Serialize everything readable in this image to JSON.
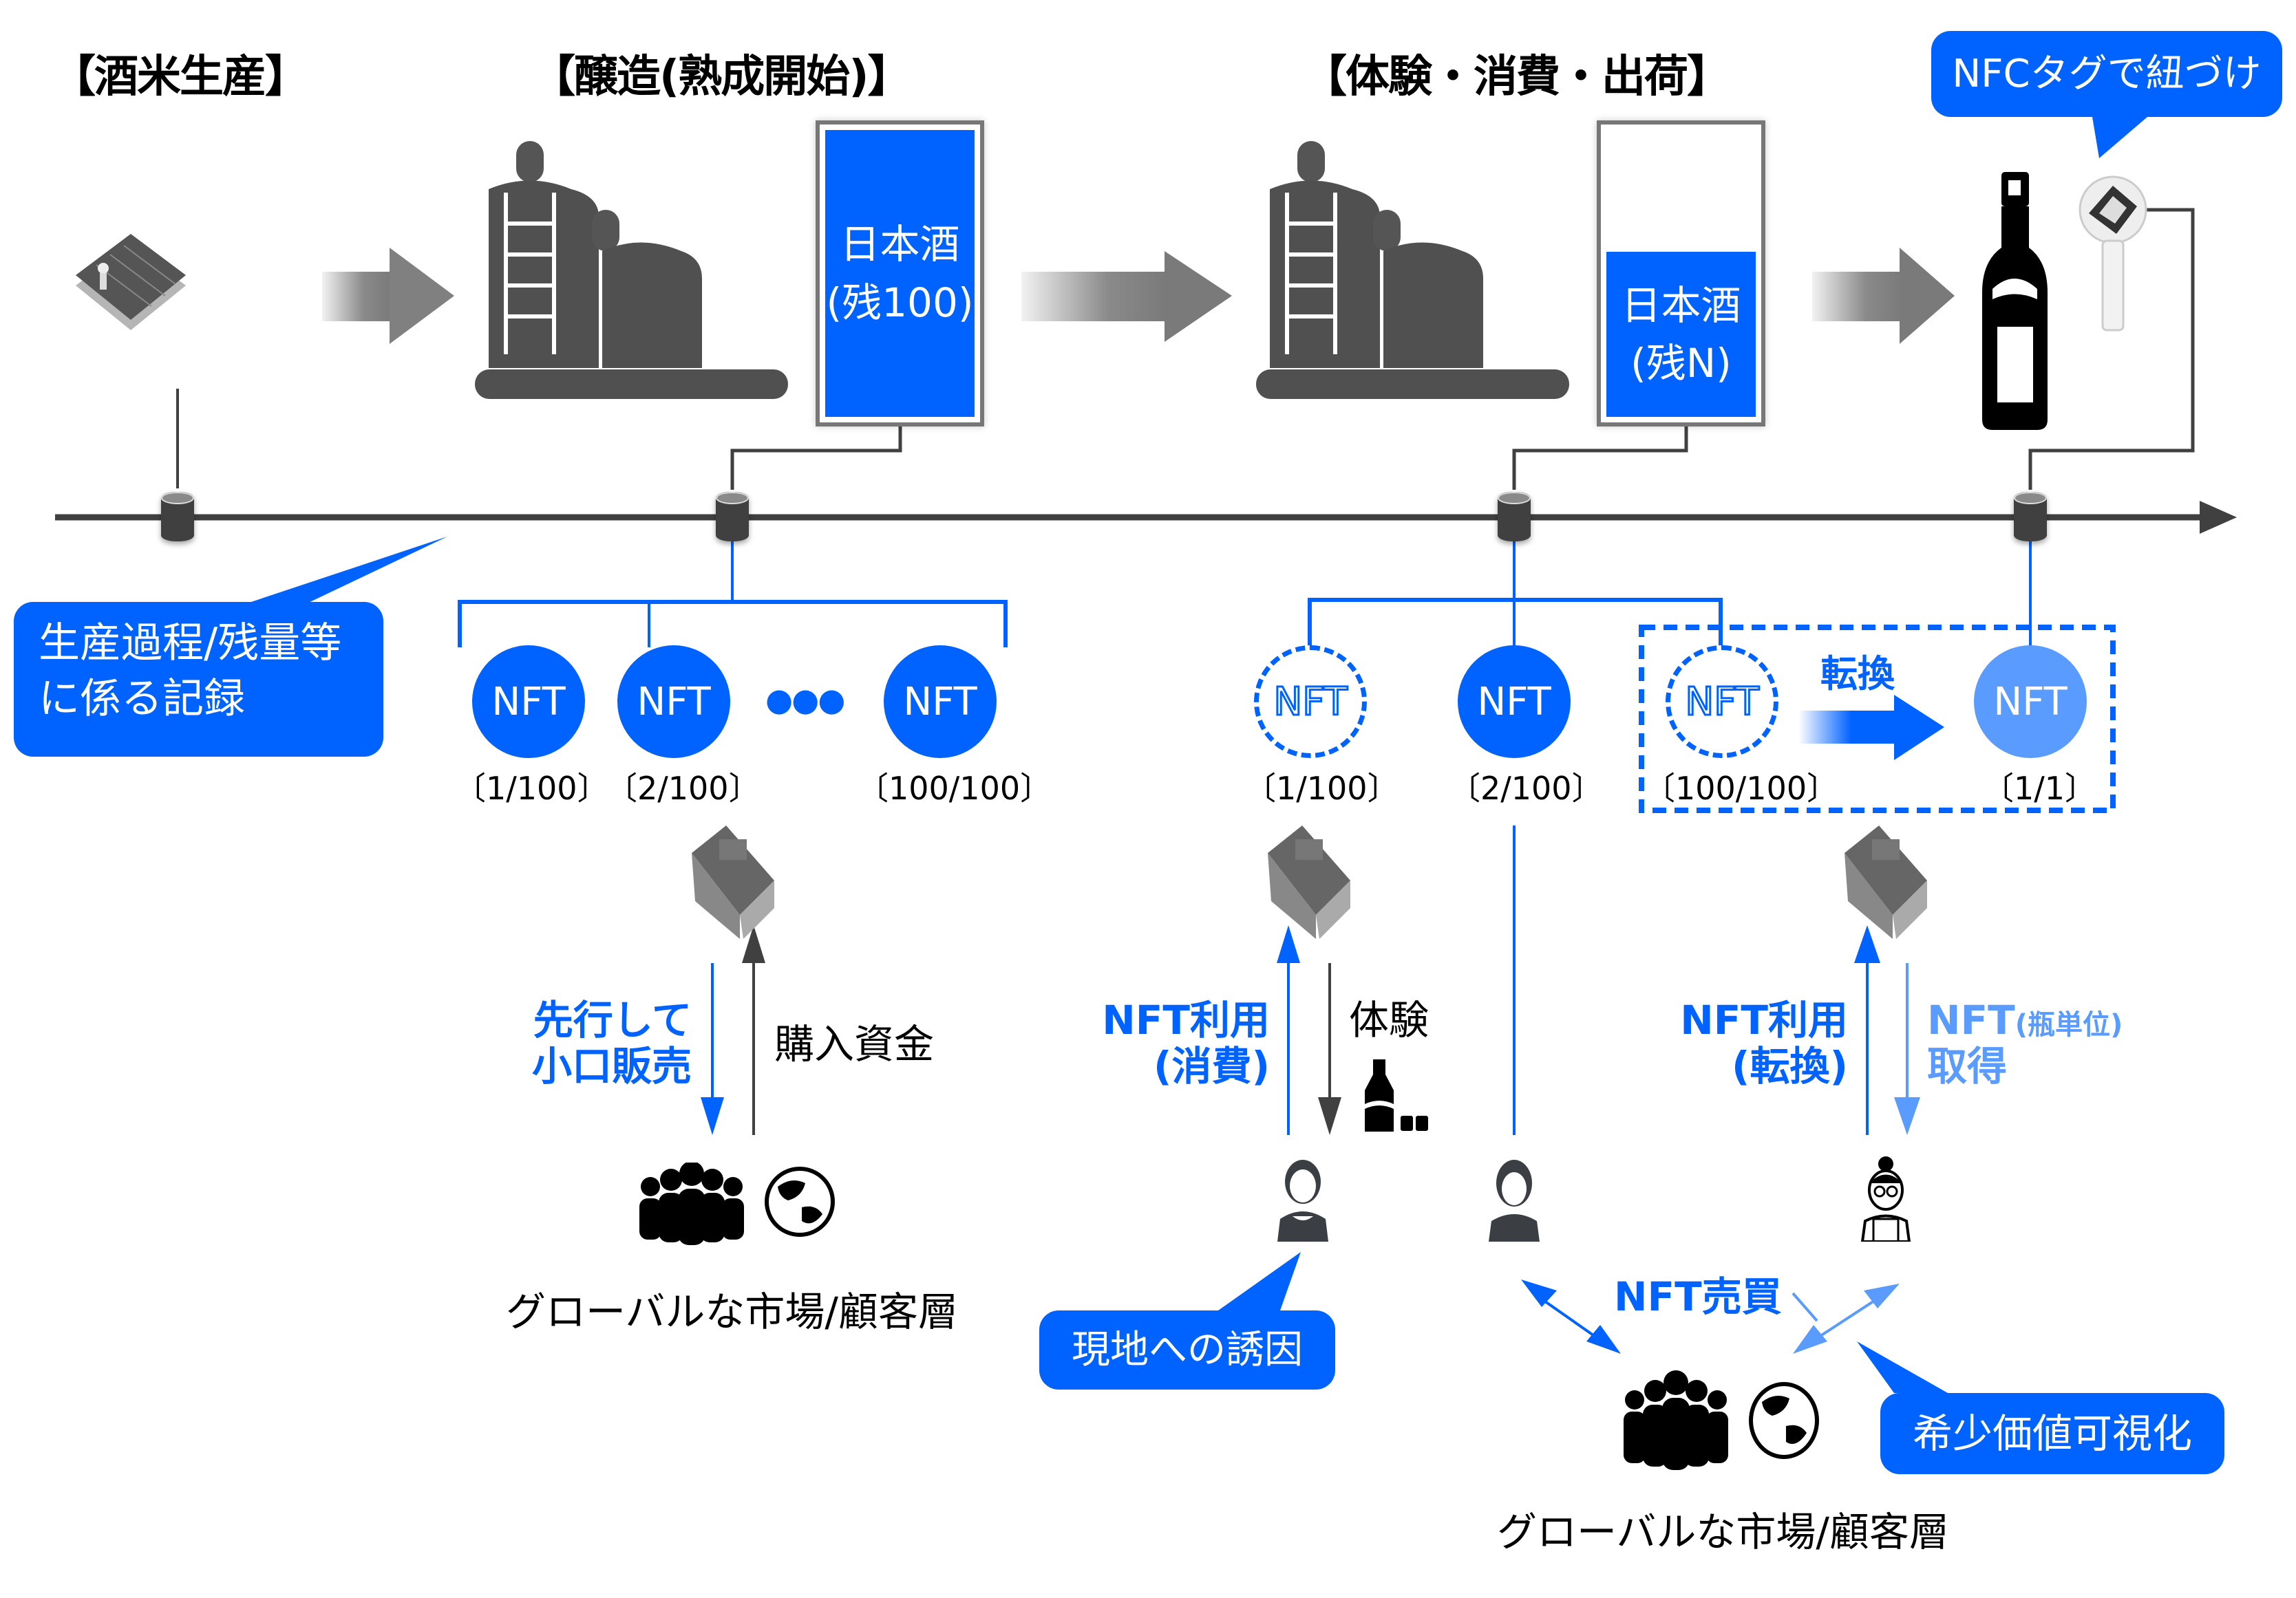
{
  "stages": [
    {
      "title": "【酒米生産】"
    },
    {
      "title": "【醸造(熟成開始)】"
    },
    {
      "title": "【体験・消費・出荷】"
    }
  ],
  "callouts": {
    "nfc": "NFCタグで紐づけ",
    "record_line1": "生産過程/残量等",
    "record_line2": "に係る記録",
    "visit": "現地への誘因",
    "rarity": "希少価値可視化"
  },
  "tanks": {
    "full": {
      "line1": "日本酒",
      "line2": "(残100)",
      "fill_fraction": 1.0
    },
    "partial": {
      "line1": "日本酒",
      "line2": "(残N)",
      "fill_fraction": 0.5
    }
  },
  "nft_text": "NFT",
  "brewing_nfts": [
    {
      "label": "〔1/100〕",
      "style": "filled"
    },
    {
      "label": "〔2/100〕",
      "style": "filled"
    },
    {
      "label": "〔100/100〕",
      "style": "filled"
    }
  ],
  "ellipsis": "●●●",
  "consumption_nfts": [
    {
      "label": "〔1/100〕",
      "style": "dashed"
    },
    {
      "label": "〔2/100〕",
      "style": "filled"
    },
    {
      "label": "〔100/100〕",
      "style": "dashed"
    },
    {
      "label": "〔1/1〕",
      "style": "light"
    }
  ],
  "conversion_label": "転換",
  "flows": {
    "presale": "先行して\n小口販売",
    "presale_line1": "先行して",
    "presale_line2": "小口販売",
    "funds": "購入資金",
    "use_consume_line1": "NFT利用",
    "use_consume_line2": "(消費)",
    "experience": "体験",
    "use_convert_line1": "NFT利用",
    "use_convert_line2": "(転換)",
    "acquire_line1": "NFT",
    "acquire_line1_small": "(瓶単位)",
    "acquire_line2": "取得",
    "trade": "NFT売買"
  },
  "markets": {
    "left": "グローバルな市場/顧客層",
    "right": "グローバルな市場/顧客層"
  },
  "colors": {
    "primary_blue": "#0063FF",
    "light_blue": "#5A9BFF",
    "dark_gray": "#404040"
  }
}
